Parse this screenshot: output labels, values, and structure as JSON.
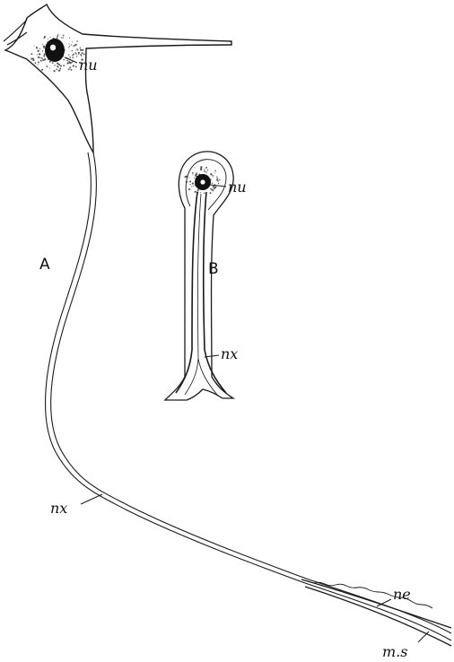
{
  "figure": {
    "neuron_a": {
      "letter": "A",
      "labels": {
        "nucleus": "nu",
        "axon": "nx",
        "sheath_outer": "ne",
        "sheath_inner": "m.s"
      }
    },
    "neuron_b": {
      "letter": "B",
      "labels": {
        "nucleus": "nu",
        "axon": "nx"
      }
    }
  },
  "colors": {
    "ink": "#1a1a1a",
    "background": "#ffffff",
    "cytoplasm_stipple": "#555555"
  }
}
